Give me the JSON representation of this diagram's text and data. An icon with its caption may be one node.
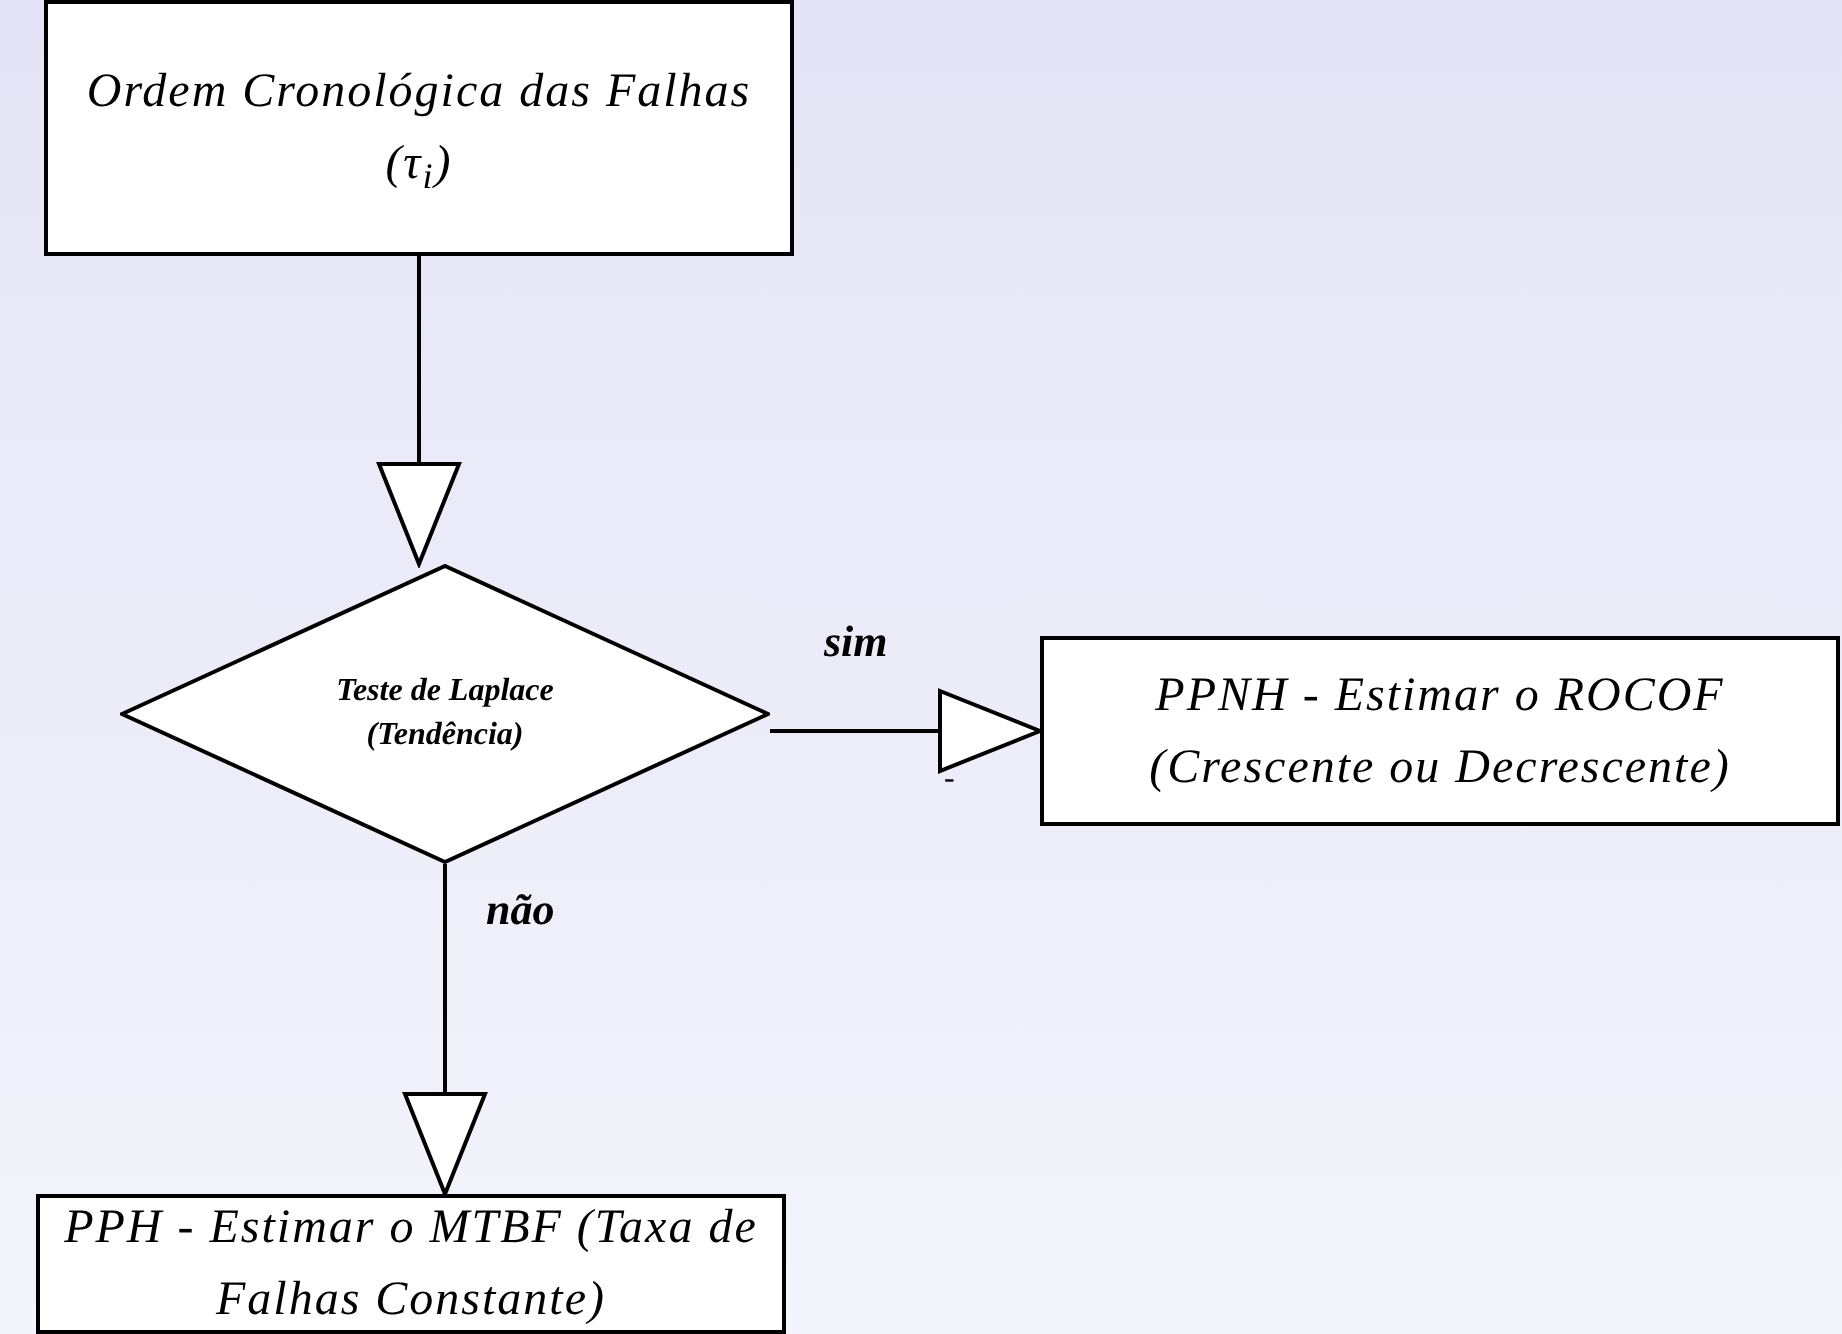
{
  "diagram": {
    "nodes": [
      {
        "text": [
          "Ordem Cronológica das Falhas (τ$_{i}$)"
        ]
      },
      {
        "text": [
          "Teste de Laplace (Tendência)"
        ]
      },
      {
        "text": [
          "PPNH - Estimar o ROCOF (Crescente ou Decrescente)"
        ]
      },
      {
        "text": [
          "PPH - Estimar o MTBF (Taxa de Falhas Constante)"
        ]
      }
    ],
    "edges": [
      {
        "from": 0,
        "to": 1,
        "arrow": "to"
      },
      {
        "from": 1,
        "to": 2,
        "arrow": "to",
        "label": "sim"
      },
      {
        "from": 1,
        "to": 3,
        "arrow": "to",
        "label": "não"
      }
    ],
    "labels": [
      "-"
    ]
  }
}
